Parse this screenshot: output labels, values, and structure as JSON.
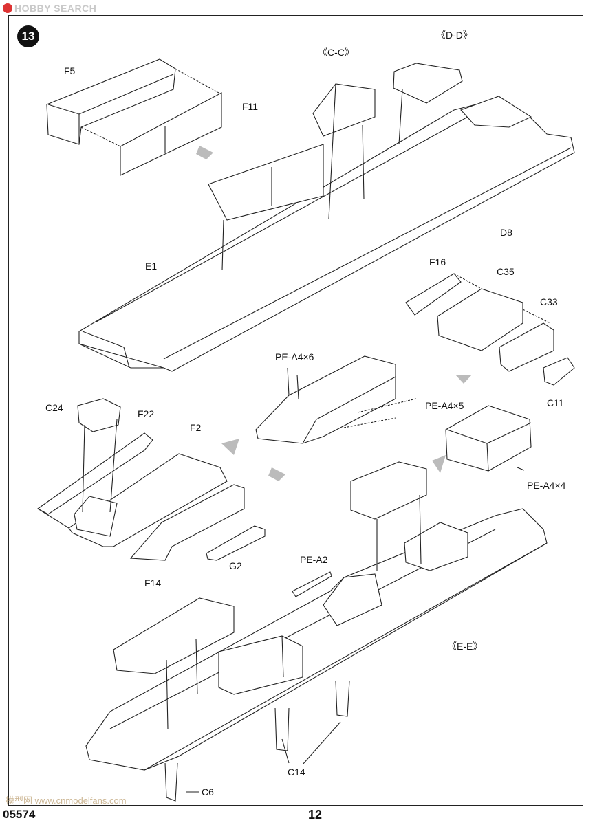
{
  "watermark": {
    "brand": "HOBBY SEARCH",
    "bottom_text": "模型网 www.cnmodelfans.com"
  },
  "step_number": "13",
  "labels": {
    "f5": "F5",
    "f11": "F11",
    "cc": "《C-C》",
    "dd": "《D-D》",
    "d8": "D8",
    "e1": "E1",
    "f16": "F16",
    "c35": "C35",
    "c33": "C33",
    "c11": "C11",
    "pe_a4x6": "PE-A4×6",
    "pe_a4x5": "PE-A4×5",
    "pe_a4x4": "PE-A4×4",
    "c24": "C24",
    "f22": "F22",
    "f2": "F2",
    "g2": "G2",
    "f14": "F14",
    "pe_a2": "PE-A2",
    "ee": "《E-E》",
    "c14": "C14",
    "c6": "C6"
  },
  "footer": {
    "code": "05574",
    "page": "12"
  }
}
